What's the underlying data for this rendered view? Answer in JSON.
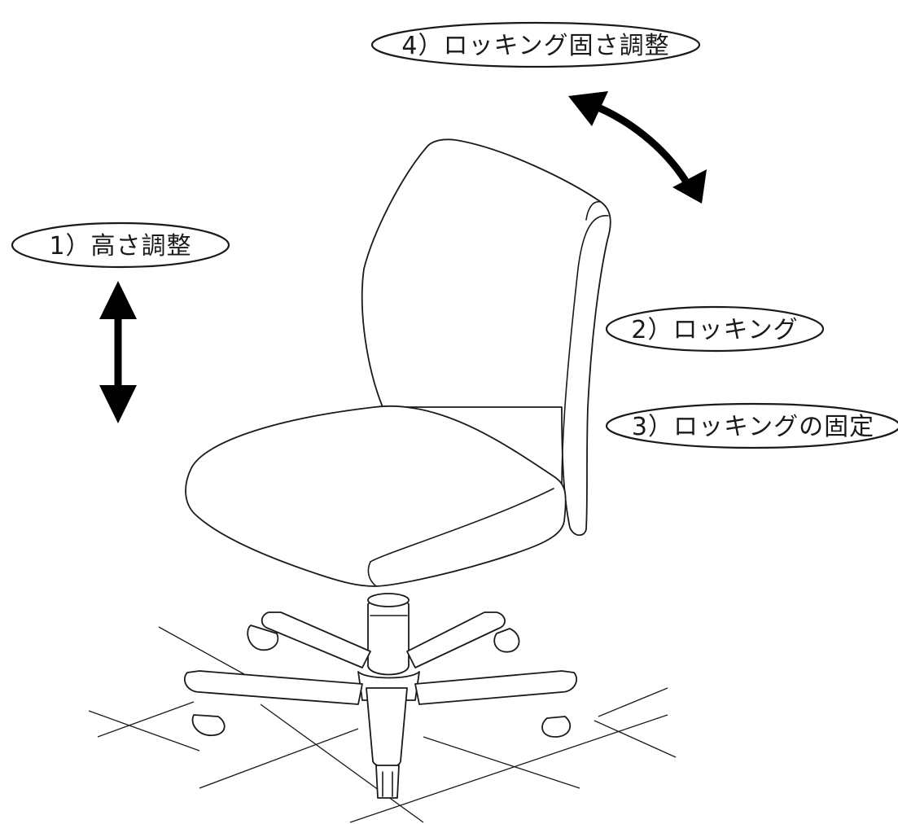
{
  "labels": {
    "height_adjust": "1）高さ調整",
    "rocking": "2）ロッキング",
    "rocking_lock": "3）ロッキングの固定",
    "rocking_tension": "4）ロッキング固さ調整"
  }
}
